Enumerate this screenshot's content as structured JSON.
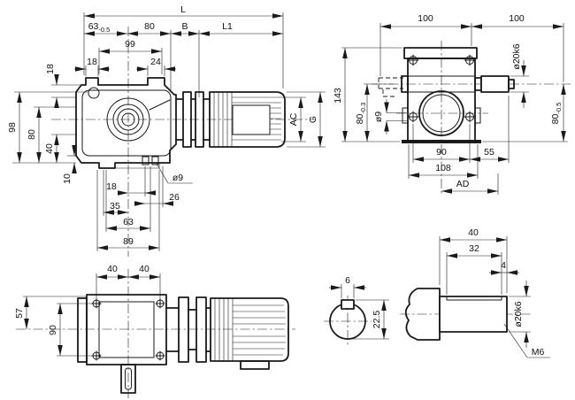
{
  "drawing": {
    "type": "engineering-dimension-drawing",
    "part": "helical-worm gear reducer with motor",
    "side_view": {
      "L": "L",
      "n63": "63",
      "n63_tol": "-0.5",
      "n80_top": "80",
      "B": "B",
      "L1": "L1",
      "n99": "99",
      "n18_top": "18",
      "n24": "24",
      "n18_left": "18",
      "n98": "98",
      "n80_left": "80",
      "n40_left": "40",
      "n10": "10",
      "n18_bot": "18",
      "n26": "26",
      "n35": "35",
      "n63_bot": "63",
      "n89": "89",
      "d9": "ø9",
      "AC": "AC",
      "G": "G"
    },
    "end_view": {
      "n100a": "100",
      "n100b": "100",
      "n143": "143",
      "n80a": "80",
      "n80a_tol": "-0.3",
      "d9": "ø9",
      "d20k6": "ø20k6",
      "n80b": "80",
      "n80b_tol": "-0.5",
      "n90": "90",
      "n55": "55",
      "n108": "108",
      "AD": "AD"
    },
    "top_view": {
      "n40a": "40",
      "n40b": "40",
      "n57": "57",
      "n90": "90"
    },
    "key_section": {
      "n6": "6",
      "n22_5": "22.5"
    },
    "shaft_detail": {
      "n40": "40",
      "n32": "32",
      "n4": "4",
      "d20k6": "ø20k6",
      "m6": "M6"
    }
  }
}
